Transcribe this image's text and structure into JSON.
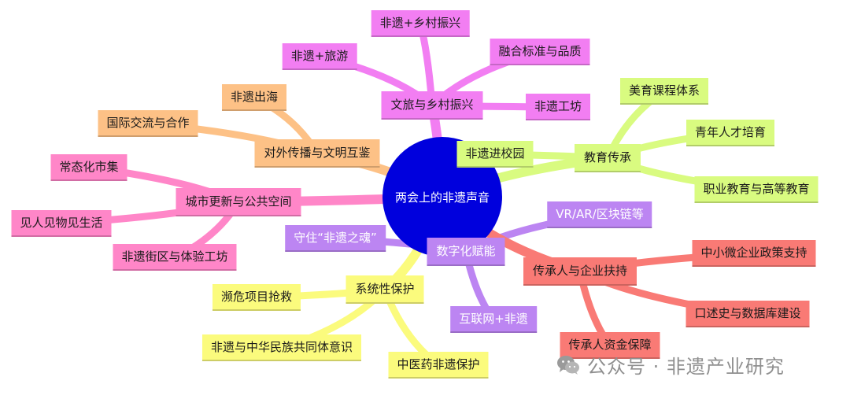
{
  "center": {
    "label": "两会上的非遗声音",
    "color": "#0000dd"
  },
  "branches": [
    {
      "id": "wenlv",
      "label": "文旅与乡村振兴",
      "color": "#f27ef2",
      "children": [
        "非遗+乡村振兴",
        "融合标准与品质",
        "非遗+旅游",
        "非遗工坊"
      ]
    },
    {
      "id": "duiwai",
      "label": "对外传播与文明互鉴",
      "color": "#fdc186",
      "children": [
        "非遗出海",
        "国际交流与合作"
      ]
    },
    {
      "id": "chengshi",
      "label": "城市更新与公共空间",
      "color": "#ff86c8",
      "children": [
        "常态化市集",
        "见人见物见生活",
        "非遗街区与体验工坊"
      ]
    },
    {
      "id": "jiaoyu",
      "label": "教育传承",
      "color": "#d9fb80",
      "children": [
        "非遗进校园",
        "美育课程体系",
        "青年人才培育",
        "职业教育与高等教育"
      ]
    },
    {
      "id": "shuzi",
      "label": "数字化赋能",
      "color": "#bc85f2",
      "children": [
        "VR/AR/区块链等",
        "守住“非遗之魂”",
        "互联网+非遗"
      ]
    },
    {
      "id": "chuancheng",
      "label": "传承人与企业扶持",
      "color": "#f97a75",
      "children": [
        "中小微企业政策支持",
        "口述史与数据库建设",
        "传承人资金保障"
      ]
    },
    {
      "id": "xitong",
      "label": "系统性保护",
      "color": "#fbfb7d",
      "children": [
        "濒危项目抢救",
        "非遗与中华民族共同体意识",
        "中医药非遗保护"
      ]
    }
  ],
  "watermark": {
    "text": "公众号 · 非遗产业研究",
    "icon": "wechat-icon"
  }
}
